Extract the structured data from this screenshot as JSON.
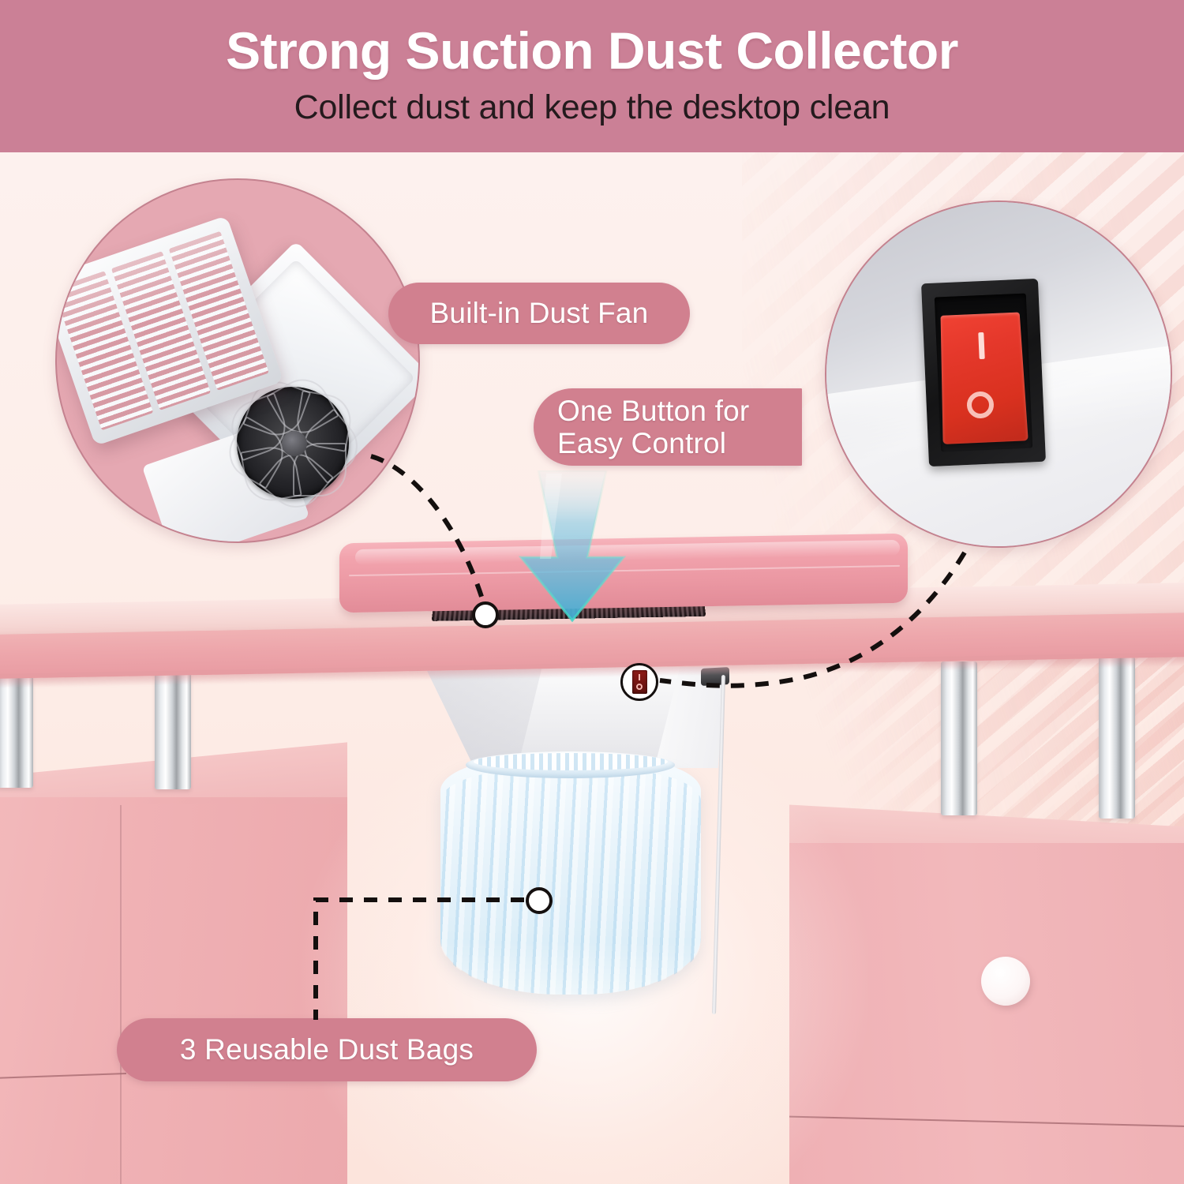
{
  "banner": {
    "title": "Strong Suction Dust Collector",
    "subtitle": "Collect dust and keep the desktop clean",
    "bg_color": "#cb8096",
    "title_color": "#ffffff",
    "subtitle_color": "#241a1d"
  },
  "callouts": [
    {
      "id": "built-in-dust-fan",
      "label": "Built-in Dust Fan",
      "pill_color": "#d1808f",
      "text_color": "#ffffff"
    },
    {
      "id": "one-button-easy-control",
      "label_line1": "One Button for",
      "label_line2": "Easy Control",
      "pill_color": "#d1808f",
      "text_color": "#ffffff"
    },
    {
      "id": "reusable-dust-bags",
      "label": "3 Reusable Dust Bags",
      "pill_color": "#d1808f",
      "text_color": "#ffffff"
    }
  ],
  "insets": {
    "left": {
      "name": "dust-fan-closeup",
      "contents": "metal grille plate and white fan unit with black fan blades",
      "background_color": "#e5a8b2"
    },
    "right": {
      "name": "power-switch-closeup",
      "contents": "red rocker power switch with I and O markings in black bezel",
      "switch_color": "#e5382b",
      "bezel_color": "#1a1a1c",
      "background_color": "#d9d9de"
    }
  },
  "scene": {
    "desk_color": "#f0b2b4",
    "desktop_color": "#f6d7d4",
    "wrist_pad_color": "#eb98a3",
    "cabinet_color": "#efb0b3",
    "leg_finish": "chrome",
    "dust_bag_color": "#e9f4fb",
    "knob_color": "#ffffff",
    "suction_arrow_color": "#4fb6d8"
  }
}
